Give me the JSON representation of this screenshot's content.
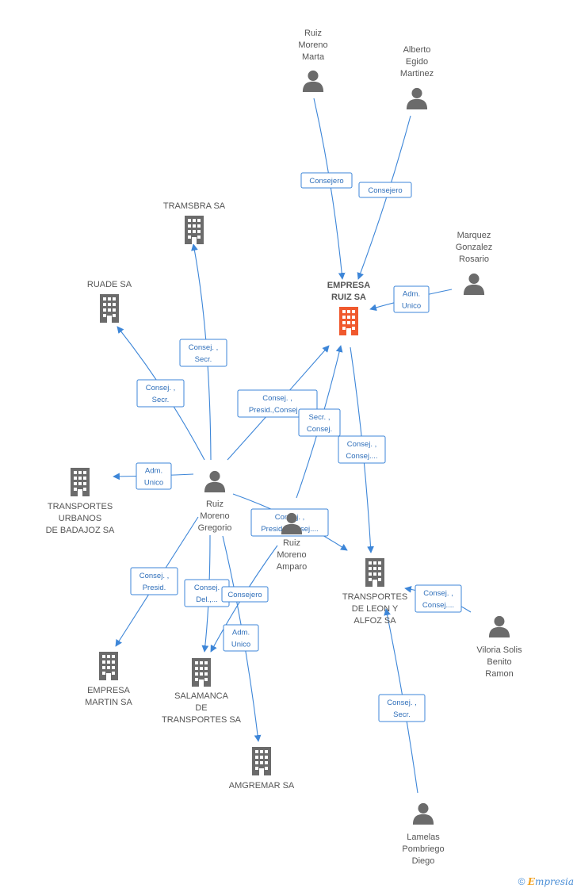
{
  "colors": {
    "edge": "#3d86d8",
    "company": "#6b6b6b",
    "company_main": "#f0592e",
    "person": "#6b6b6b"
  },
  "nodes": [
    {
      "id": "ruiz_marta",
      "type": "person",
      "label": [
        "Ruiz",
        "Moreno",
        "Marta"
      ]
    },
    {
      "id": "alberto",
      "type": "person",
      "label": [
        "Alberto",
        "Egido",
        "Martinez"
      ]
    },
    {
      "id": "marquez",
      "type": "person",
      "label": [
        "Marquez",
        "Gonzalez",
        "Rosario"
      ]
    },
    {
      "id": "empresa_ruiz",
      "type": "company_main",
      "label": [
        "EMPRESA",
        "RUIZ SA"
      ]
    },
    {
      "id": "tramsbra",
      "type": "company",
      "label": [
        "TRAMSBRA SA"
      ]
    },
    {
      "id": "ruade",
      "type": "company",
      "label": [
        "RUADE SA"
      ]
    },
    {
      "id": "tubadajoz",
      "type": "company",
      "label": [
        "TRANSPORTES",
        "URBANOS",
        "DE BADAJOZ SA"
      ]
    },
    {
      "id": "ruiz_gregorio",
      "type": "person",
      "label": [
        "Ruiz",
        "Moreno",
        "Gregorio"
      ]
    },
    {
      "id": "ruiz_amparo",
      "type": "person",
      "label": [
        "Ruiz",
        "Moreno",
        "Amparo"
      ]
    },
    {
      "id": "tleon",
      "type": "company",
      "label": [
        "TRANSPORTES",
        "DE LEON Y",
        "ALFOZ SA"
      ]
    },
    {
      "id": "viloria",
      "type": "person",
      "label": [
        "Viloria Solis",
        "Benito",
        "Ramon"
      ]
    },
    {
      "id": "emartin",
      "type": "company",
      "label": [
        "EMPRESA",
        "MARTIN SA"
      ]
    },
    {
      "id": "salamanca",
      "type": "company",
      "label": [
        "SALAMANCA",
        "DE",
        "TRANSPORTES SA"
      ]
    },
    {
      "id": "amgremar",
      "type": "company",
      "label": [
        "AMGREMAR SA"
      ]
    },
    {
      "id": "lamelas",
      "type": "person",
      "label": [
        "Lamelas",
        "Pombriego",
        "Diego"
      ]
    }
  ],
  "edges": [
    {
      "id": "e1",
      "label": [
        "Consejero"
      ]
    },
    {
      "id": "e2",
      "label": [
        "Consejero"
      ]
    },
    {
      "id": "e3",
      "label": [
        "Adm.",
        "Unico"
      ]
    },
    {
      "id": "e4",
      "label": [
        "Consej. ,",
        "Secr."
      ]
    },
    {
      "id": "e5",
      "label": [
        "Consej. ,",
        "Secr."
      ]
    },
    {
      "id": "e6",
      "label": [
        "Adm.",
        "Unico"
      ]
    },
    {
      "id": "e7",
      "label": [
        "Consej. ,",
        "Presid.,Consej...."
      ]
    },
    {
      "id": "e8",
      "label": [
        "Secr. ,",
        "Consej."
      ]
    },
    {
      "id": "e9",
      "label": [
        "Consej. ,",
        "Consej...."
      ]
    },
    {
      "id": "e10",
      "label": [
        "Consej. ,",
        "Presid.,Consej...."
      ]
    },
    {
      "id": "e11",
      "label": [
        "Consej. ,",
        "Presid."
      ]
    },
    {
      "id": "e12",
      "label": [
        "Consej.",
        "Del.,..."
      ]
    },
    {
      "id": "e13",
      "label": [
        "Consejero"
      ]
    },
    {
      "id": "e14",
      "label": [
        "Adm.",
        "Unico"
      ]
    },
    {
      "id": "e15",
      "label": [
        "Consej. ,",
        "Consej...."
      ]
    },
    {
      "id": "e16",
      "label": [
        "Consej. ,",
        "Secr."
      ]
    }
  ],
  "footer": {
    "copyright": "©",
    "brand_initial": "E",
    "brand_rest": "mpresia"
  }
}
